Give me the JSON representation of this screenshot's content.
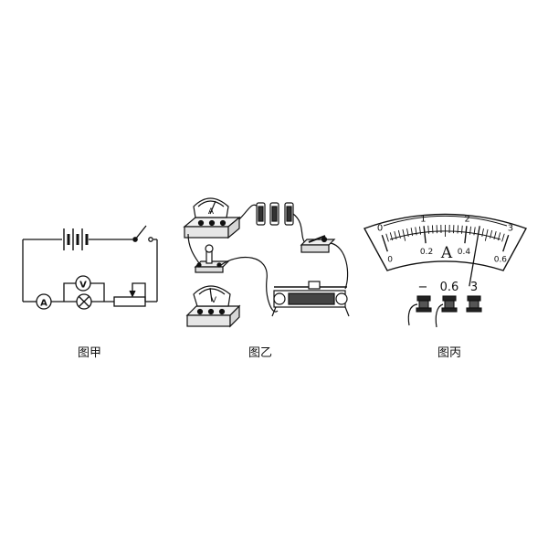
{
  "figure_a": {
    "caption": "图甲",
    "ammeter_symbol": "A",
    "voltmeter_symbol": "V"
  },
  "figure_b": {
    "caption": "图乙",
    "ammeter_symbol": "A",
    "voltmeter_symbol": "V"
  },
  "figure_c": {
    "caption": "图丙",
    "unit_symbol": "A",
    "upper_scale_labels": [
      "0",
      "1",
      "2",
      "3"
    ],
    "lower_scale_labels": [
      "0",
      "0.2",
      "0.4",
      "0.6"
    ],
    "terminal_labels": [
      "−",
      "0.6",
      "3"
    ],
    "pointer_reading_0_6A": 0.46
  }
}
